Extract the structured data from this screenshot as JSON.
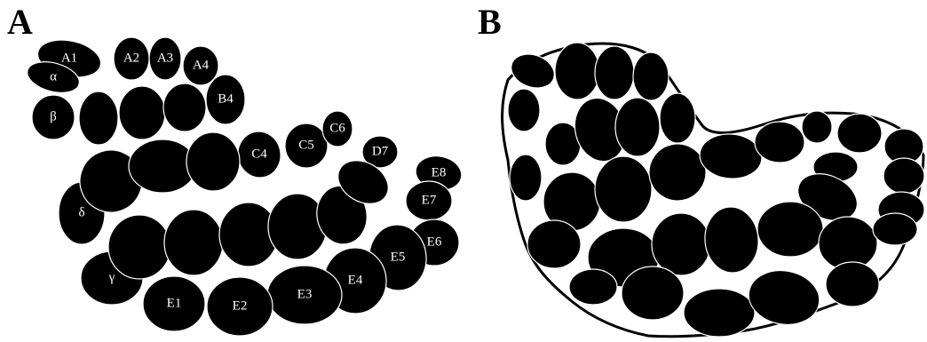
{
  "panels": {
    "a": {
      "letter": "A",
      "cells": [
        {
          "id": "A1",
          "label": "A1"
        },
        {
          "id": "A2",
          "label": "A2"
        },
        {
          "id": "A3",
          "label": "A3"
        },
        {
          "id": "A4",
          "label": "A4"
        },
        {
          "id": "alpha",
          "label": "α"
        },
        {
          "id": "beta",
          "label": "β"
        },
        {
          "id": "B4",
          "label": "B4"
        },
        {
          "id": "C4",
          "label": "C4"
        },
        {
          "id": "C5",
          "label": "C5"
        },
        {
          "id": "C6",
          "label": "C6"
        },
        {
          "id": "D7",
          "label": "D7"
        },
        {
          "id": "E8",
          "label": "E8"
        },
        {
          "id": "E7",
          "label": "E7"
        },
        {
          "id": "delta",
          "label": "δ"
        },
        {
          "id": "E6",
          "label": "E6"
        },
        {
          "id": "E5",
          "label": "E5"
        },
        {
          "id": "E4",
          "label": "E4"
        },
        {
          "id": "E3",
          "label": "E3"
        },
        {
          "id": "E2",
          "label": "E2"
        },
        {
          "id": "E1",
          "label": "E1"
        },
        {
          "id": "gamma",
          "label": "γ"
        }
      ]
    },
    "b": {
      "letter": "B"
    }
  }
}
